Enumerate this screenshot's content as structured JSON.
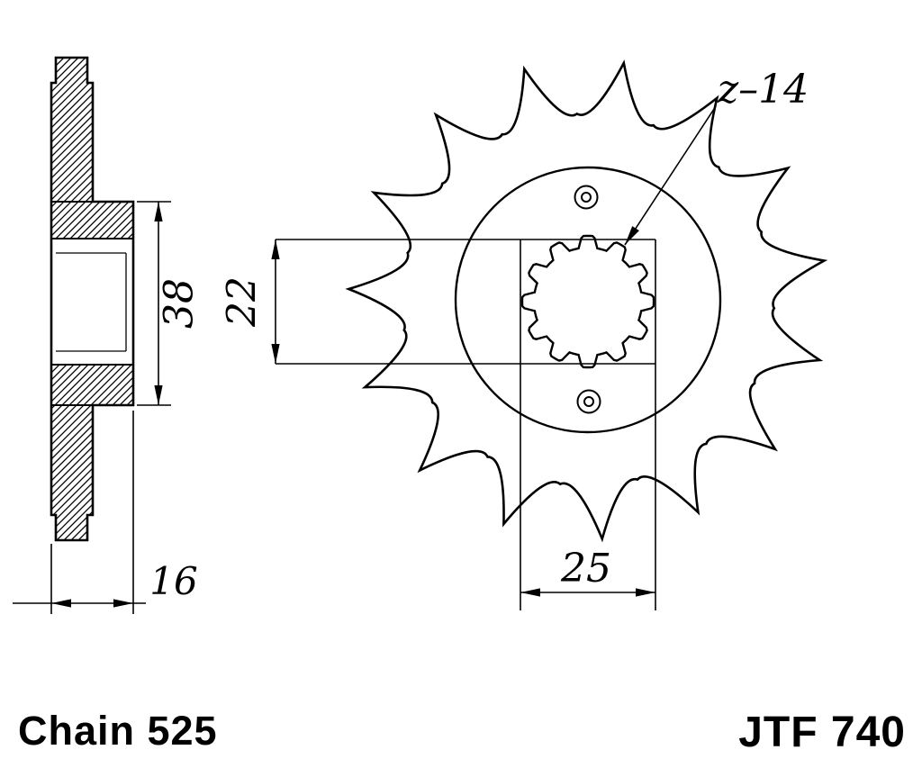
{
  "drawing": {
    "labels": {
      "d38": "38",
      "d22": "22",
      "d16": "16",
      "d25": "25",
      "z": "z–14",
      "chain": "Chain 525",
      "part": "JTF 740"
    },
    "colors": {
      "ink": "#000000",
      "paper": "#ffffff"
    }
  }
}
